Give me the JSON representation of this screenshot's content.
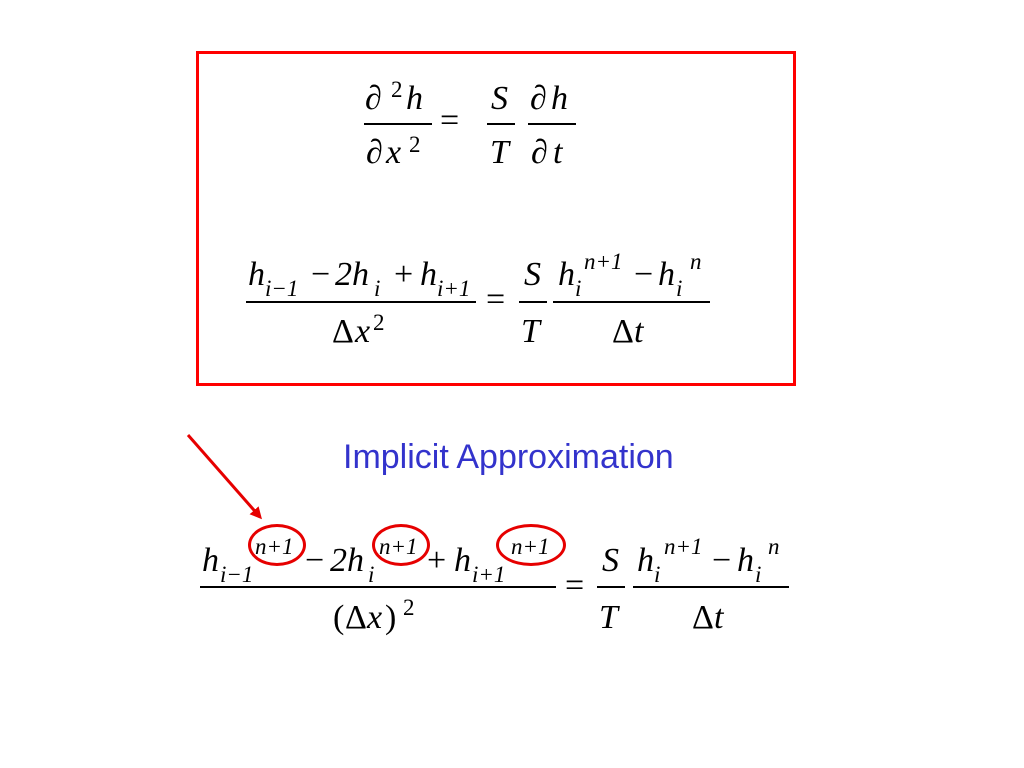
{
  "frame_color": "#ff0000",
  "highlight_color": "#e60000",
  "title_color": "#3333cc",
  "heading": "Implicit Approximation",
  "eq1": {
    "num_partial": "∂",
    "num_pow": "2",
    "num_var": "h",
    "den_partial": "∂",
    "den_var": "x",
    "den_pow": "2",
    "equals": "=",
    "S": "S",
    "T": "T",
    "r_num_partial": "∂",
    "r_num_var": "h",
    "r_den_partial": "∂",
    "r_den_var": "t"
  },
  "eq2": {
    "h1": "h",
    "sub1": "i−1",
    "minus": "−",
    "two_h": "2h",
    "sub2": "i",
    "plus": "+",
    "h3": "h",
    "sub3": "i+1",
    "den_delta": "Δ",
    "den_var": "x",
    "den_pow": "2",
    "equals": "=",
    "S": "S",
    "T": "T",
    "rh1": "h",
    "rsub1": "i",
    "rsup1": "n+1",
    "rminus": "−",
    "rh2": "h",
    "rsub2": "i",
    "rsup2": "n",
    "rden_delta": "Δ",
    "rden_var": "t"
  },
  "eq3": {
    "h1": "h",
    "sub1": "i−1",
    "sup1": "n+1",
    "minus": "−",
    "two_h": "2h",
    "sub2": "i",
    "sup2": "n+1",
    "plus": "+",
    "h3": "h",
    "sub3": "i+1",
    "sup3": "n+1",
    "den_open": "(",
    "den_delta": "Δ",
    "den_var": "x",
    "den_close": ")",
    "den_pow": "2",
    "equals": "=",
    "S": "S",
    "T": "T",
    "rh1": "h",
    "rsub1": "i",
    "rsup1": "n+1",
    "rminus": "−",
    "rh2": "h",
    "rsub2": "i",
    "rsup2": "n",
    "rden_delta": "Δ",
    "rden_var": "t"
  }
}
